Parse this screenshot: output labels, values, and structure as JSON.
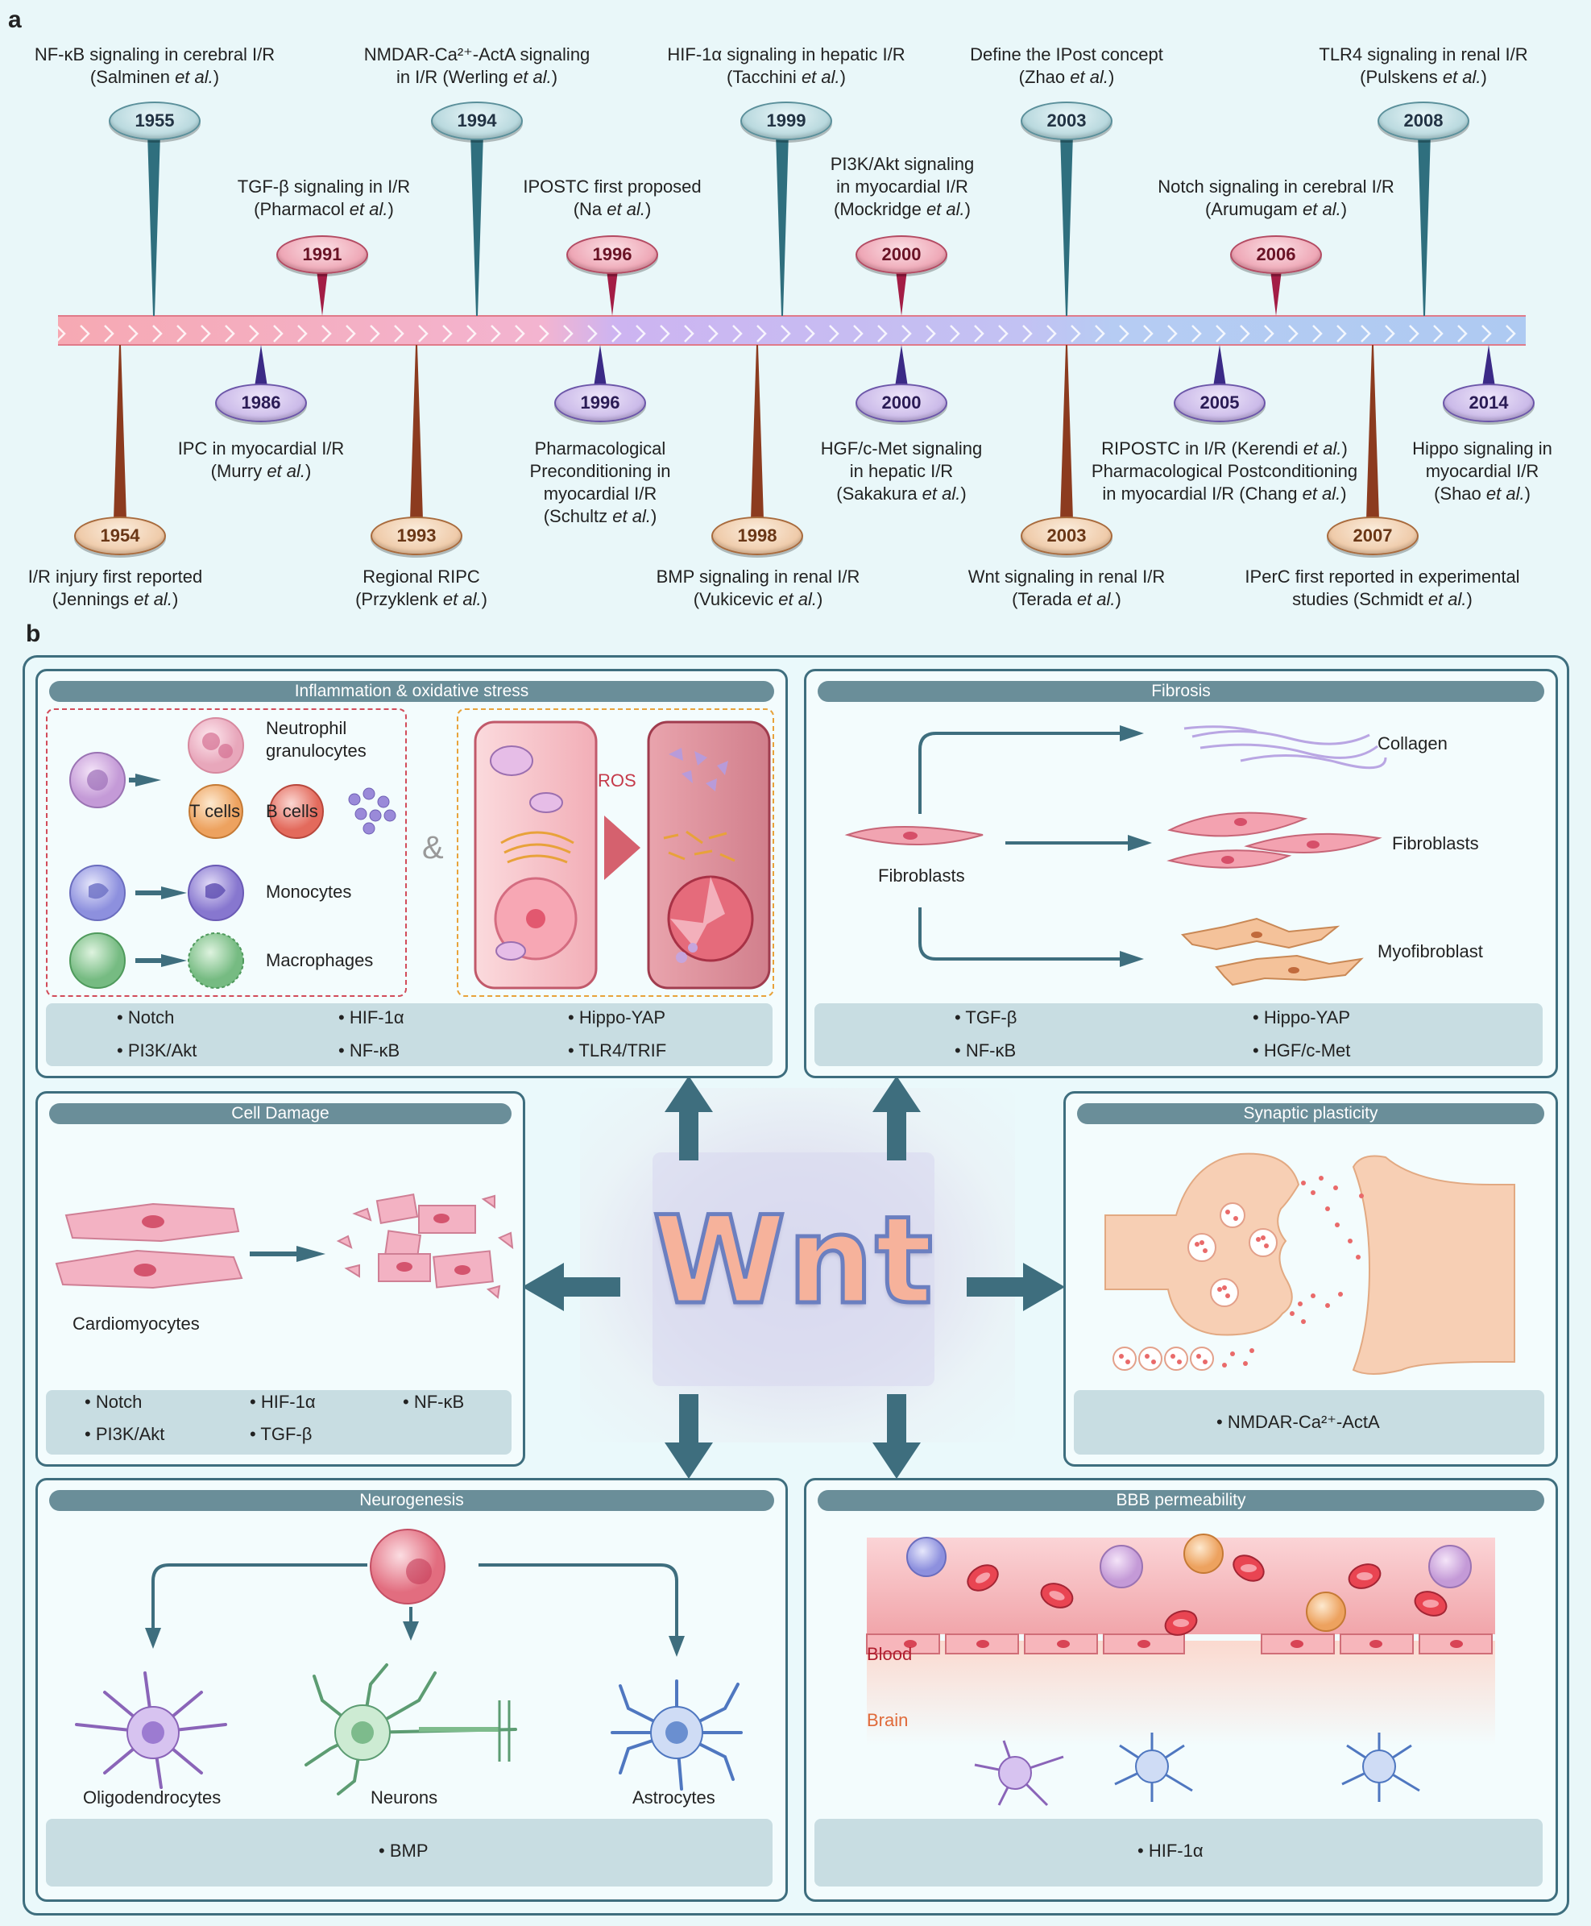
{
  "panel_a_letter": "a",
  "panel_b_letter": "b",
  "timeline": {
    "top": [
      {
        "year": "1955",
        "line1": "NF-κB signaling in cerebral I/R",
        "line2_pre": "(Salminen ",
        "line2_em": "et al.",
        "line2_post": ")",
        "color": "teal"
      },
      {
        "year": "1994",
        "line1": "NMDAR-Ca²⁺-ActA signaling",
        "line2_pre": "in I/R (Werling ",
        "line2_em": "et al.",
        "line2_post": ")",
        "color": "teal"
      },
      {
        "year": "1999",
        "line1": "HIF-1α signaling in hepatic I/R",
        "line2_pre": "(Tacchini ",
        "line2_em": "et al.",
        "line2_post": ")",
        "color": "teal"
      },
      {
        "year": "2003",
        "line1": "Define the IPost concept",
        "line2_pre": "(Zhao ",
        "line2_em": "et al.",
        "line2_post": ")",
        "color": "teal"
      },
      {
        "year": "2008",
        "line1": "TLR4 signaling in renal I/R",
        "line2_pre": "(Pulskens ",
        "line2_em": "et al.",
        "line2_post": ")",
        "color": "teal"
      },
      {
        "year": "1991",
        "line1": "TGF-β signaling in I/R",
        "line2_pre": "(Pharmacol ",
        "line2_em": "et al.",
        "line2_post": ")",
        "color": "red"
      },
      {
        "year": "1996",
        "line1": "IPOSTC first proposed",
        "line2_pre": "(Na ",
        "line2_em": "et al.",
        "line2_post": ")",
        "color": "red"
      },
      {
        "year": "2000",
        "line0": "PI3K/Akt signaling",
        "line1": "in myocardial I/R",
        "line2_pre": "(Mockridge ",
        "line2_em": "et al.",
        "line2_post": ")",
        "color": "red"
      },
      {
        "year": "2006",
        "line1": "Notch signaling in cerebral I/R",
        "line2_pre": "(Arumugam ",
        "line2_em": "et al.",
        "line2_post": ")",
        "color": "red"
      }
    ],
    "bottom": [
      {
        "year": "1986",
        "line1": "IPC in myocardial I/R",
        "line2_pre": "(Murry ",
        "line2_em": "et al.",
        "line2_post": ")",
        "color": "purple"
      },
      {
        "year": "1996",
        "line1": "Pharmacological",
        "line1b": "Preconditioning in",
        "line1c": "myocardial I/R",
        "line2_pre": "(Schultz ",
        "line2_em": "et al.",
        "line2_post": ")",
        "color": "purple"
      },
      {
        "year": "2000",
        "line1": "HGF/c-Met signaling",
        "line1b": "in hepatic I/R",
        "line2_pre": "(Sakakura ",
        "line2_em": "et al.",
        "line2_post": ")",
        "color": "purple"
      },
      {
        "year": "2005",
        "line1_pre": "RIPOSTC in I/R (Kerendi ",
        "line1_em": "et al.",
        "line1_post": ")",
        "line1b": "Pharmacological Postconditioning",
        "line2_pre": "in myocardial I/R (Chang ",
        "line2_em": "et al.",
        "line2_post": ")",
        "color": "purple"
      },
      {
        "year": "2014",
        "line1": "Hippo signaling in",
        "line1b": "myocardial I/R",
        "line2_pre": "(Shao ",
        "line2_em": "et al.",
        "line2_post": ")",
        "color": "purple"
      },
      {
        "year": "1954",
        "line1": "I/R injury first reported",
        "line2_pre": "(Jennings ",
        "line2_em": "et al.",
        "line2_post": ")",
        "color": "brown"
      },
      {
        "year": "1993",
        "line1": "Regional RIPC",
        "line2_pre": "(Przyklenk ",
        "line2_em": "et al.",
        "line2_post": ")",
        "color": "brown"
      },
      {
        "year": "1998",
        "line1": "BMP signaling in renal I/R",
        "line2_pre": "(Vukicevic ",
        "line2_em": "et al.",
        "line2_post": ")",
        "color": "brown"
      },
      {
        "year": "2003",
        "line1": "Wnt signaling in renal I/R",
        "line2_pre": "(Terada ",
        "line2_em": "et al.",
        "line2_post": ")",
        "color": "brown"
      },
      {
        "year": "2007",
        "line1": "IPerC first reported in experimental",
        "line2_pre": "studies (Schmidt ",
        "line2_em": "et al.",
        "line2_post": ")",
        "color": "brown"
      }
    ]
  },
  "center_label": "Wnt",
  "inflammation": {
    "title": "Inflammation & oxidative stress",
    "cells": {
      "neutrophil": "Neutrophil",
      "granulocytes": "granulocytes",
      "tcells": "T cells",
      "bcells": "B cells",
      "monocytes": "Monocytes",
      "macrophages": "Macrophages"
    },
    "amp": "&",
    "ros": "ROS",
    "bullets": [
      "Notch",
      "HIF-1α",
      "Hippo-YAP",
      "PI3K/Akt",
      "NF-κB",
      "TLR4/TRIF"
    ]
  },
  "fibrosis": {
    "title": "Fibrosis",
    "source": "Fibroblasts",
    "targets": [
      "Collagen",
      "Fibroblasts",
      "Myofibroblast"
    ],
    "bullets": [
      "TGF-β",
      "Hippo-YAP",
      "NF-κB",
      "HGF/c-Met"
    ]
  },
  "cell_damage": {
    "title": "Cell Damage",
    "label": "Cardiomyocytes",
    "bullets": [
      "Notch",
      "HIF-1α",
      "NF-κB",
      "PI3K/Akt",
      "TGF-β"
    ]
  },
  "synaptic": {
    "title": "Synaptic plasticity",
    "bullets": [
      "NMDAR-Ca²⁺-ActA"
    ]
  },
  "neurogenesis": {
    "title": "Neurogenesis",
    "labels": [
      "Oligodendrocytes",
      "Neurons",
      "Astrocytes"
    ],
    "bullets": [
      "BMP"
    ]
  },
  "bbb": {
    "title": "BBB permeability",
    "blood": "Blood",
    "brain": "Brain",
    "bullets": [
      "HIF-1α"
    ]
  }
}
